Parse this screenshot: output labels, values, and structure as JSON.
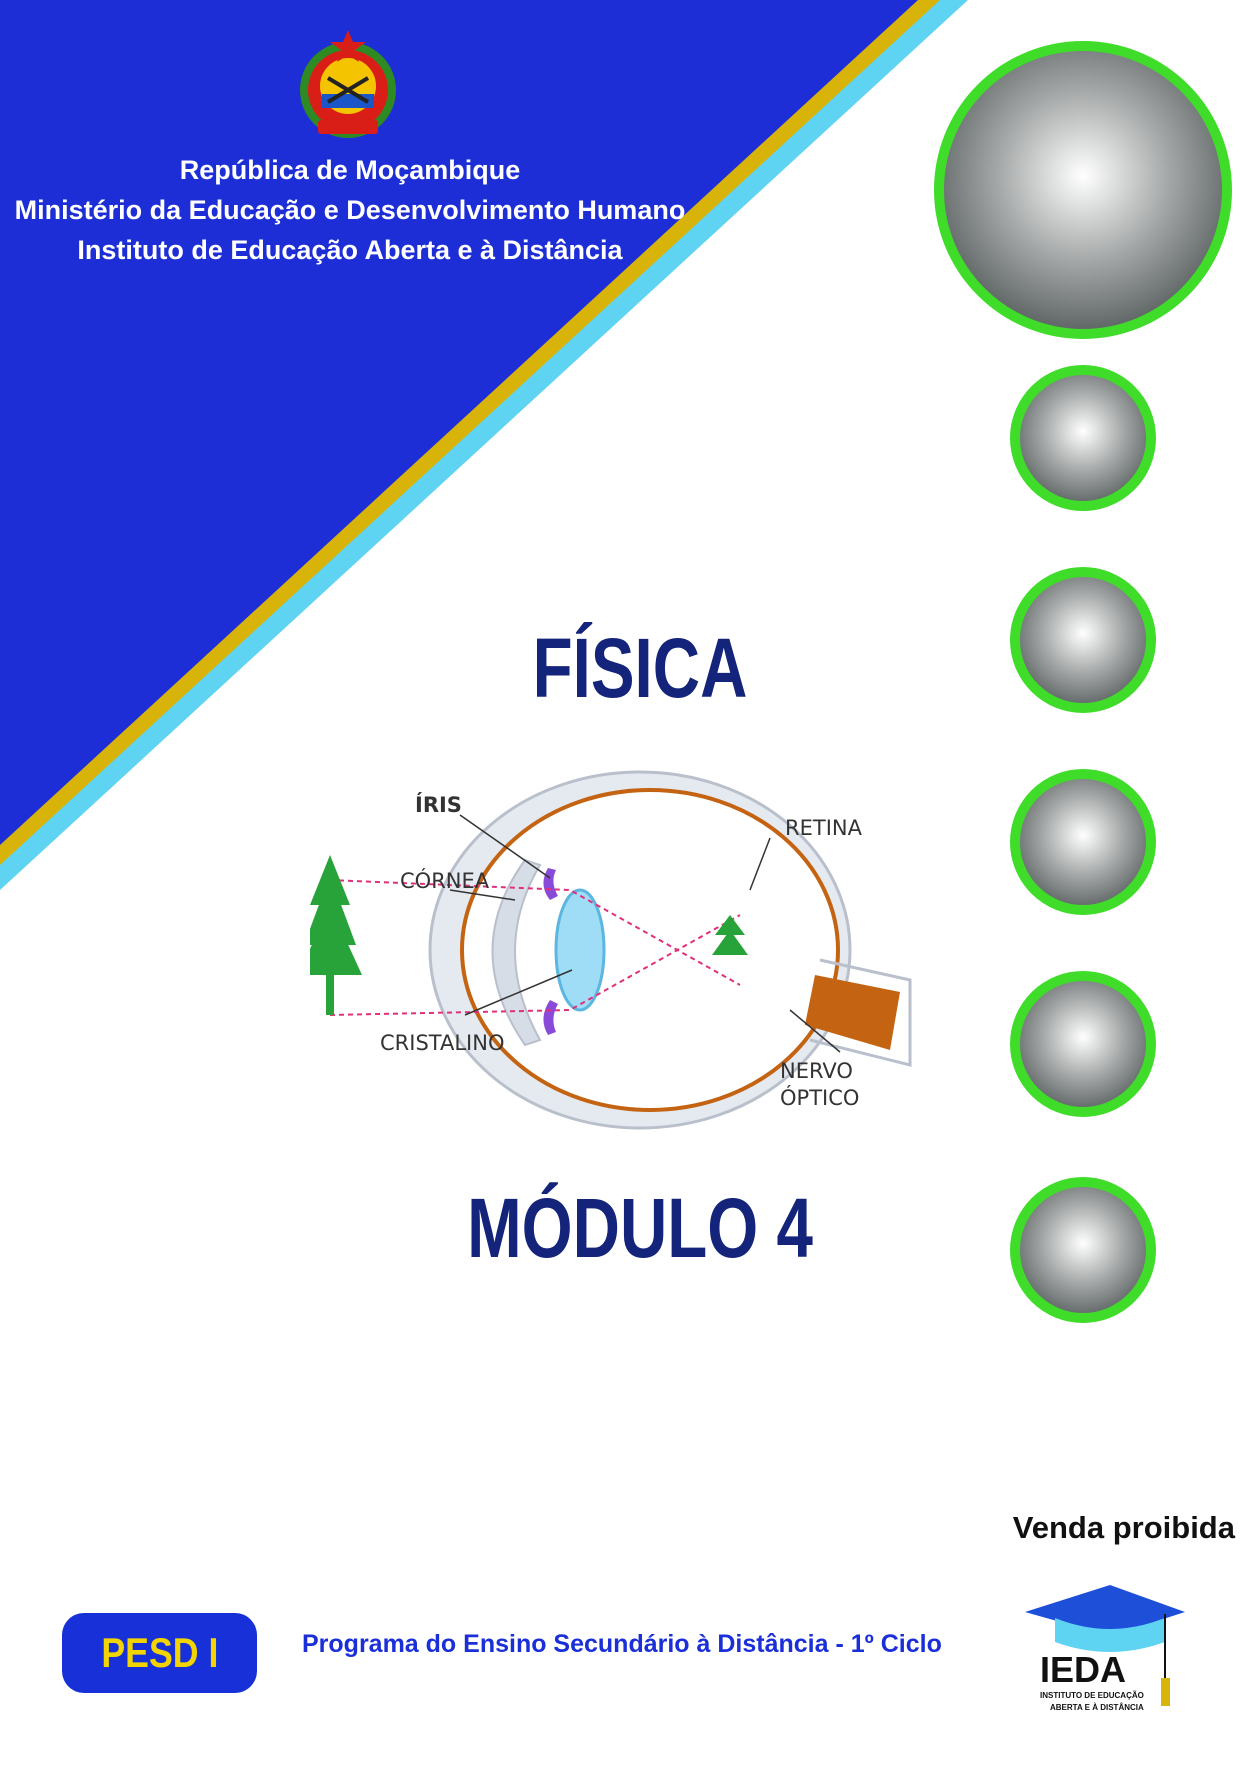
{
  "header": {
    "line1": "República de Moçambique",
    "line2": "Ministério da Educação e Desenvolvimento Humano",
    "line3": "Instituto de Educação Aberta e à Distância"
  },
  "subject": "FÍSICA",
  "module": "MÓDULO 4",
  "diagram": {
    "labels": {
      "iris": "ÍRIS",
      "cornea": "CÓRNEA",
      "cristalino": "CRISTALINO",
      "retina": "RETINA",
      "nervo_1": "NERVO",
      "nervo_2": "ÓPTICO"
    }
  },
  "footer": {
    "forbidden": "Venda proibida",
    "badge": "PESD I",
    "program": "Programa do Ensino Secundário à Distância - 1º Ciclo",
    "logo_text": "IEDA",
    "logo_sub_1": "INSTITUTO DE EDUCAÇÃO",
    "logo_sub_2": "ABERTA E À DISTÂNCIA"
  },
  "colors": {
    "blue_panel": "#1d2ed6",
    "gold_stripe": "#d8b40a",
    "cyan_stripe": "#5fd3f2",
    "title_navy": "#14247a",
    "bullet_ring": "#3fdc2a",
    "pesd_text": "#f2d400"
  }
}
